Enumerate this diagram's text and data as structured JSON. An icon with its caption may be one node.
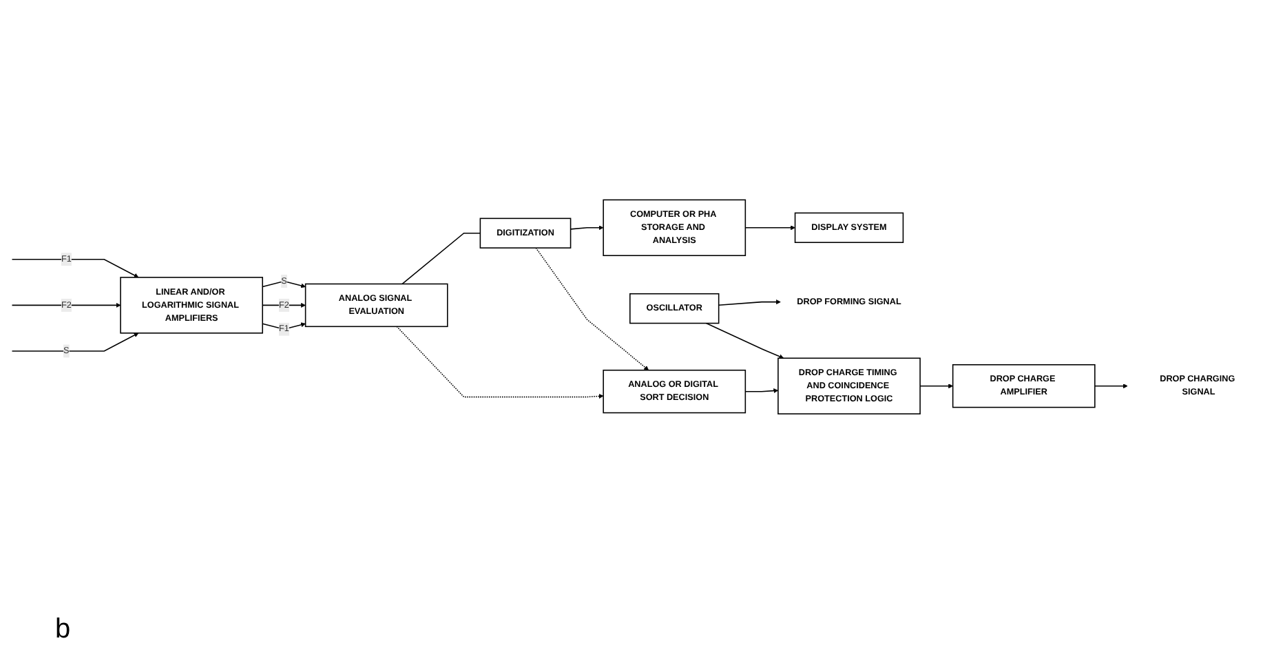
{
  "diagram": {
    "nodes": [
      {
        "text": [
          "LINEAR AND/OR LOGARITHMIC SIGNAL AMPLIFIERS"
        ]
      },
      {
        "text": [
          "COMPUTER OR PHA STORAGE AND ANALYSIS"
        ]
      },
      {
        "text": [
          "DISPLAY SYSTEM"
        ]
      },
      {
        "text": [
          "ANALOG SIGNAL EVALUATION"
        ]
      },
      {
        "text": [
          "DIGITIZATION"
        ]
      },
      {
        "text": [
          "ANALOG OR DIGITAL SORT DECISION"
        ]
      },
      {
        "text": [
          "DROP FORMING SIGNAL"
        ]
      },
      {
        "text": [
          "OSCILLATOR"
        ]
      },
      {
        "text": [
          "DROP CHARGE AMPLIFIER"
        ]
      },
      {
        "text": [
          "DROP CHARGE TIMING AND COINCIDENCE PROTECTION LOGIC"
        ]
      },
      {
        "text": [
          "DROP CHARGING SIGNAL"
        ]
      }
    ],
    "edges": [
      {
        "from": null,
        "to": 0,
        "arrow": "to",
        "label": "F1"
      },
      {
        "from": null,
        "to": 0,
        "arrow": "to",
        "label": "F2"
      },
      {
        "from": null,
        "to": 0,
        "arrow": "to",
        "label": "S"
      },
      {
        "from": 0,
        "to": 3,
        "arrow": "to",
        "label": "S"
      },
      {
        "from": 0,
        "to": 3,
        "arrow": "to",
        "label": "F2"
      },
      {
        "from": 0,
        "to": 3,
        "arrow": "to",
        "label": "F1"
      },
      {
        "from": 3,
        "to": 4,
        "arrow": "none"
      },
      {
        "from": 4,
        "to": 1,
        "arrow": "to"
      },
      {
        "from": 1,
        "to": 2,
        "arrow": "to"
      },
      {
        "from": 4,
        "to": 5,
        "arrow": "to",
        "style": "dashed"
      },
      {
        "from": 3,
        "to": 5,
        "arrow": "to",
        "style": "dashed"
      },
      {
        "from": 7,
        "to": 6,
        "arrow": "to"
      },
      {
        "from": 7,
        "to": 9,
        "arrow": "to"
      },
      {
        "from": 5,
        "to": 9,
        "arrow": "to"
      },
      {
        "from": 9,
        "to": 8,
        "arrow": "to"
      },
      {
        "from": 8,
        "to": 10,
        "arrow": "to"
      }
    ],
    "labels": [
      "b"
    ]
  }
}
